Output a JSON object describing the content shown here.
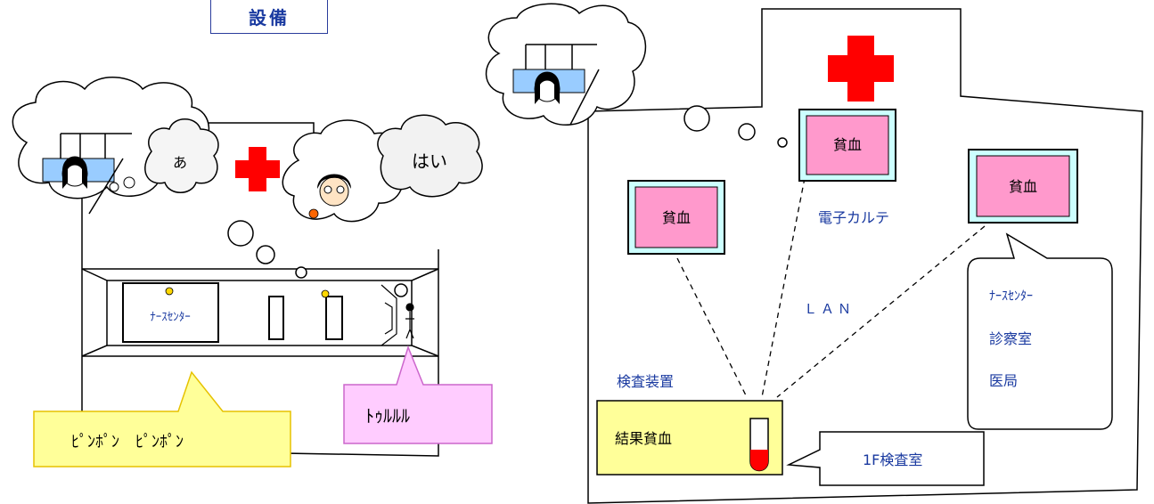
{
  "title": "設備",
  "left_scene": {
    "thought_a": "あ",
    "thought_hai": "はい",
    "nurse_center_sign": "ﾅｰｽｾﾝﾀｰ",
    "bubble_pinpon": "ﾋﾟﾝﾎﾟﾝ　ﾋﾟﾝﾎﾟﾝ",
    "bubble_turururu": "ﾄｩﾙﾙﾙ"
  },
  "right_scene": {
    "monitors": [
      "貧血",
      "貧血",
      "貧血"
    ],
    "emr_label": "電子カルテ",
    "lan_label": "ＬＡＮ",
    "lab_device_label": "検査装置",
    "lab_result": "結果貧血",
    "lab_room_callout": "1F検査室",
    "locations": [
      "ﾅｰｽｾﾝﾀｰ",
      "診察室",
      "医局"
    ]
  },
  "colors": {
    "red_cross": "#ff0000",
    "monitor_screen": "#ff99cc",
    "monitor_frame": "#ccffff",
    "lab_box": "#ffff99",
    "callout_yellow": "#ffff99",
    "callout_pink": "#ffccff",
    "window_blue": "#99ccff",
    "text_blue": "#1a3aa0"
  }
}
